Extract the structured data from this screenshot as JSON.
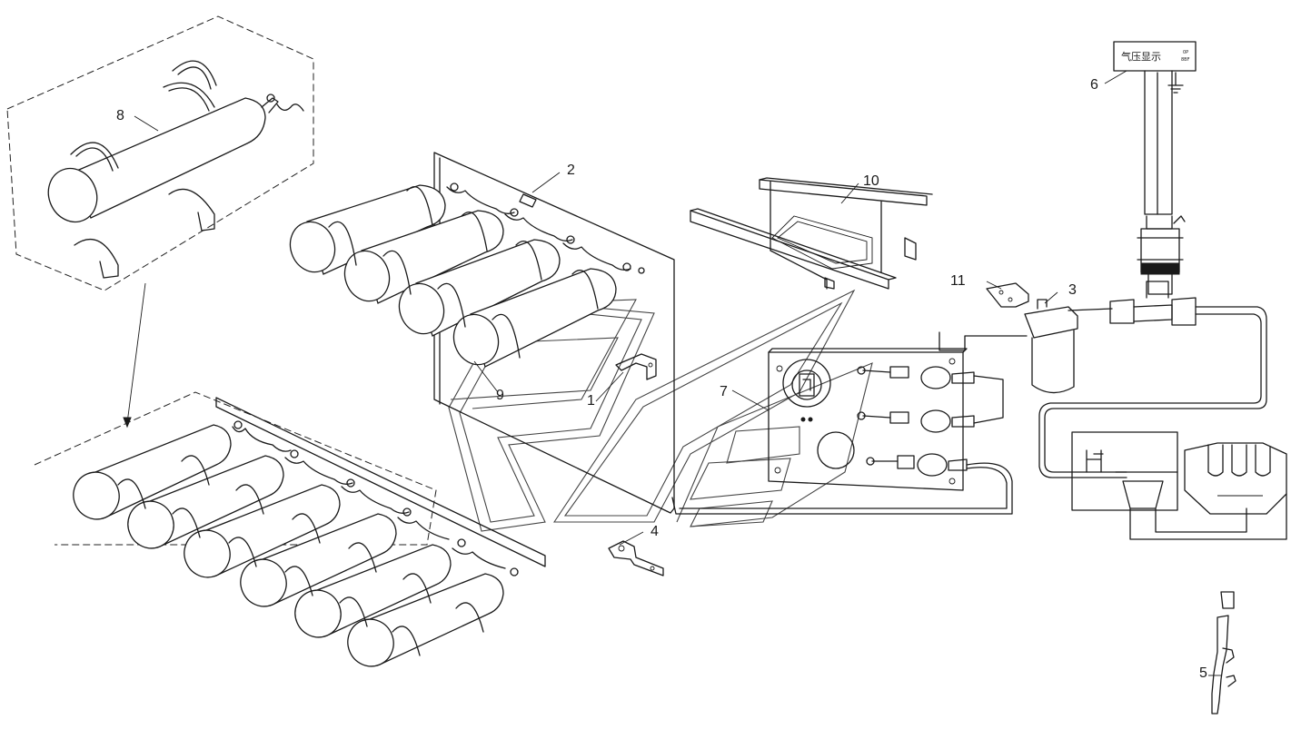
{
  "callouts": [
    {
      "id": "1",
      "text": "1"
    },
    {
      "id": "2",
      "text": "2"
    },
    {
      "id": "3",
      "text": "3"
    },
    {
      "id": "4",
      "text": "4"
    },
    {
      "id": "5",
      "text": "5"
    },
    {
      "id": "6",
      "text": "6"
    },
    {
      "id": "7",
      "text": "7"
    },
    {
      "id": "8",
      "text": "8"
    },
    {
      "id": "9",
      "text": "9"
    },
    {
      "id": "10",
      "text": "10"
    },
    {
      "id": "11",
      "text": "11"
    }
  ],
  "gauge_display": {
    "text": "气压显示",
    "small_top": "0P",
    "small_bottom": "8BF"
  },
  "colors": {
    "line": "#1a1a1a",
    "background": "#ffffff"
  }
}
